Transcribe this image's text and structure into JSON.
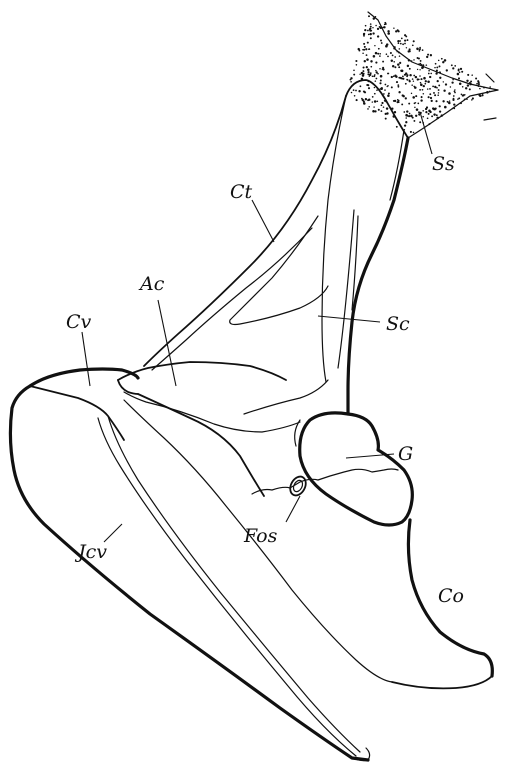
{
  "labels": {
    "ss": "Ss",
    "ct": "Ct",
    "ac": "Ac",
    "cv": "Cv",
    "sc": "Sc",
    "g": "G",
    "jcv": "Jcv",
    "fos": "Fos",
    "co": "Co"
  },
  "colors": {
    "ink": "#111111",
    "paper": "#ffffff"
  }
}
